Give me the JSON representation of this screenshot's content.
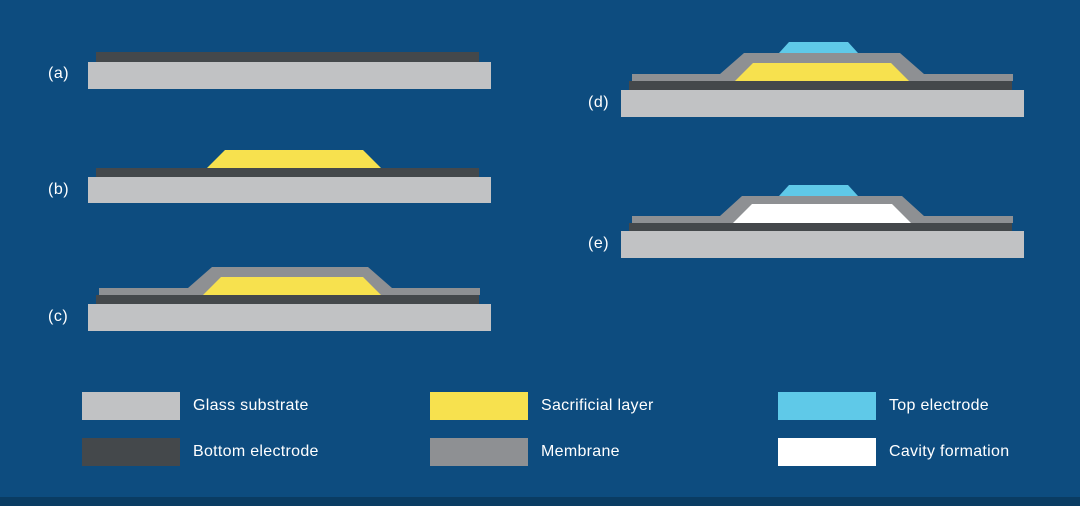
{
  "colors": {
    "background": "#0d4c7f",
    "bottom_band": "#0a3c63",
    "glass_substrate": "#c1c2c4",
    "bottom_electrode": "#44484b",
    "sacrificial_layer": "#f7e14e",
    "membrane": "#8e9093",
    "top_electrode": "#5fc9e8",
    "cavity": "#ffffff",
    "text": "#ffffff"
  },
  "steps": [
    {
      "label": "(a)"
    },
    {
      "label": "(b)"
    },
    {
      "label": "(c)"
    },
    {
      "label": "(d)"
    },
    {
      "label": "(e)"
    }
  ],
  "legend": {
    "items": [
      {
        "label": "Glass substrate"
      },
      {
        "label": "Sacrificial layer"
      },
      {
        "label": "Top electrode"
      },
      {
        "label": "Bottom electrode"
      },
      {
        "label": "Membrane"
      },
      {
        "label": "Cavity formation"
      }
    ]
  }
}
